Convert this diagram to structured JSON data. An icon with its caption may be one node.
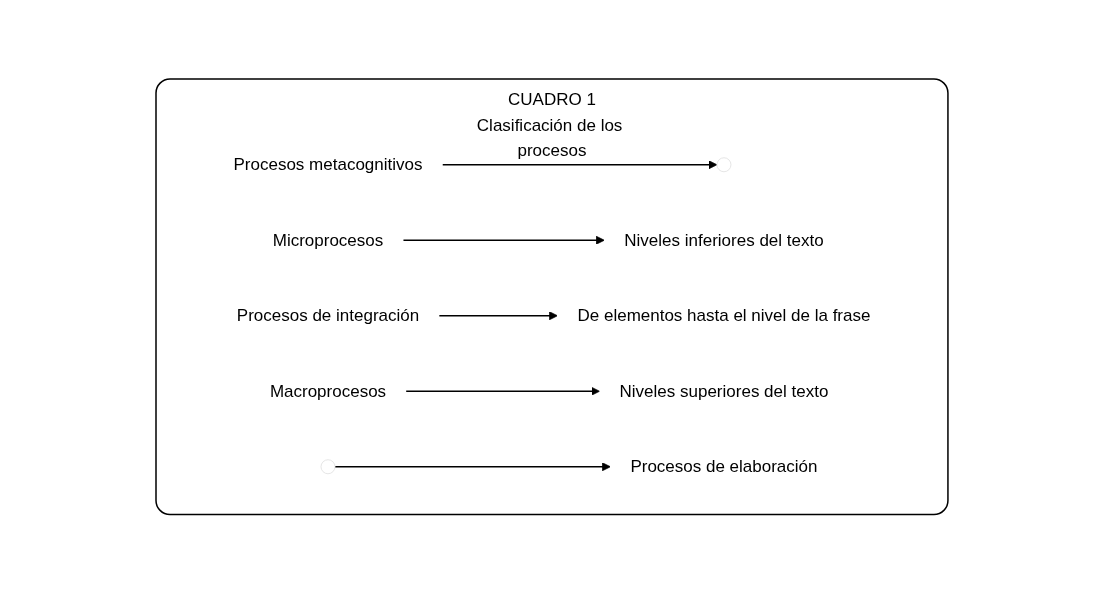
{
  "diagram": {
    "nodes": [
      {
        "text": [
          "CUADRO 1",
          "Clasificación de los procesos"
        ]
      },
      {
        "text": [
          "Procesos metacognitivos"
        ],
        "in": 0
      },
      {
        "text": [
          "Microprocesos"
        ],
        "in": 0
      },
      {
        "text": [
          "Niveles inferiores del texto"
        ],
        "in": 0
      },
      {
        "text": [
          "Procesos de integración"
        ],
        "in": 0
      },
      {
        "text": [
          "De elementos hasta el nivel de la frase"
        ],
        "in": 0
      },
      {
        "text": [
          "Macroprocesos"
        ],
        "in": 0
      },
      {
        "text": [
          "Niveles superiores del texto"
        ],
        "in": 0
      },
      {
        "text": [
          "Procesos de elaboración"
        ],
        "in": 0
      }
    ],
    "edges": [
      {
        "from": 1,
        "to": null,
        "arrow": "to"
      },
      {
        "from": 2,
        "to": 3,
        "arrow": "to"
      },
      {
        "from": 4,
        "to": 5,
        "arrow": "to"
      },
      {
        "from": 6,
        "to": 7,
        "arrow": "to"
      },
      {
        "from": null,
        "to": 8,
        "arrow": "to"
      }
    ]
  }
}
